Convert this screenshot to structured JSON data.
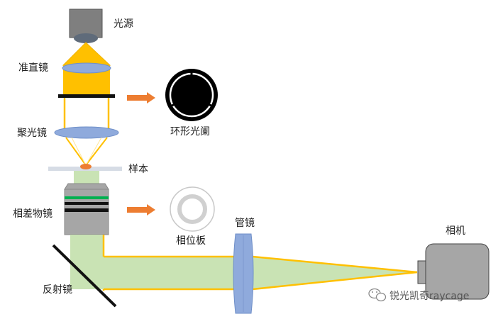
{
  "labels": {
    "light_source": "光源",
    "collimator": "准直镜",
    "annular_aperture": "环形光阑",
    "condenser": "聚光镜",
    "sample": "样本",
    "phase_objective": "相差物镜",
    "phase_plate": "相位板",
    "tube_lens": "管镜",
    "mirror": "反射镜",
    "camera": "相机"
  },
  "watermark": {
    "text": "锐光凯奇raycage",
    "icon": "wechat-icon"
  },
  "colors": {
    "illumination": "#ffc000",
    "illumination_edge": "#f0b400",
    "imaging_beam": "#c9e3b4",
    "lens": "#8faadc",
    "lens_edge": "#6f8fc8",
    "arrow": "#ed7d31",
    "device_gray": "#a6a6a6",
    "ring_gray": "#d0d0d0",
    "phase_green": "#00b050",
    "slide": "#d6dce5"
  }
}
